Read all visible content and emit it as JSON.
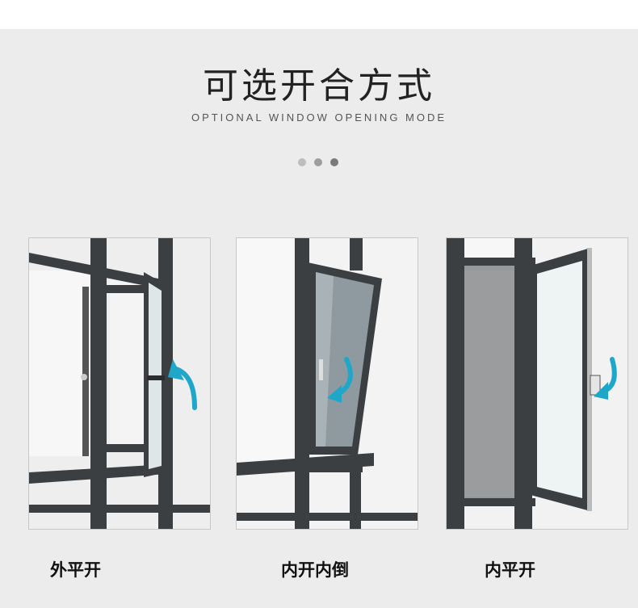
{
  "header": {
    "title": "可选开合方式",
    "subtitle": "OPTIONAL WINDOW OPENING MODE"
  },
  "pager": {
    "dots": [
      {
        "color": "#bdbdbd"
      },
      {
        "color": "#9e9e9e"
      },
      {
        "color": "#7a7a7a"
      }
    ]
  },
  "colors": {
    "frame": "#3c3f42",
    "glass": "#e8eef0",
    "arrow": "#1ea7c9"
  },
  "modes": [
    {
      "label": "外平开",
      "icon": "outward-casement-window"
    },
    {
      "label": "内开内倒",
      "icon": "tilt-turn-window"
    },
    {
      "label": "内平开",
      "icon": "inward-casement-window"
    }
  ]
}
